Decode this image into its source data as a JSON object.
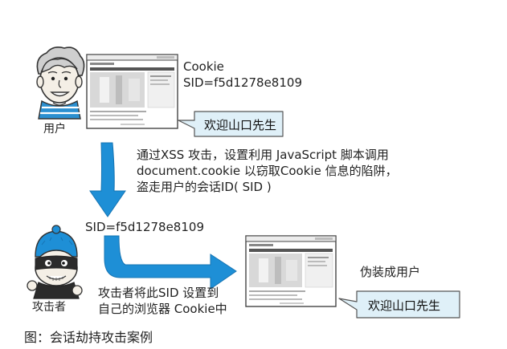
{
  "user": {
    "label": "用户"
  },
  "attacker": {
    "label": "攻击者"
  },
  "browser_top": {
    "cookie_label": "Cookie",
    "sid_line": "SID=f5d1278e8109",
    "callout": "欢迎山口先生"
  },
  "attack_description": [
    "通过XSS 攻击，设置利用 JavaScript 脚本调用",
    "document.cookie 以窃取Cookie 信息的陷阱，",
    "盗走用户的会话ID( SID )"
  ],
  "stolen_sid": "SID=f5d1278e8109",
  "attacker_action": [
    "攻击者将此SID 设置到",
    "自己的浏览器 Cookie中"
  ],
  "browser_bottom": {
    "impersonate_label": "伪装成用户",
    "callout": "欢迎山口先生"
  },
  "caption": "图：会话劫持攻击案例",
  "colors": {
    "arrow_blue": "#1e8fd6",
    "callout_fill": "#dff0f8",
    "callout_stroke": "#555555"
  }
}
